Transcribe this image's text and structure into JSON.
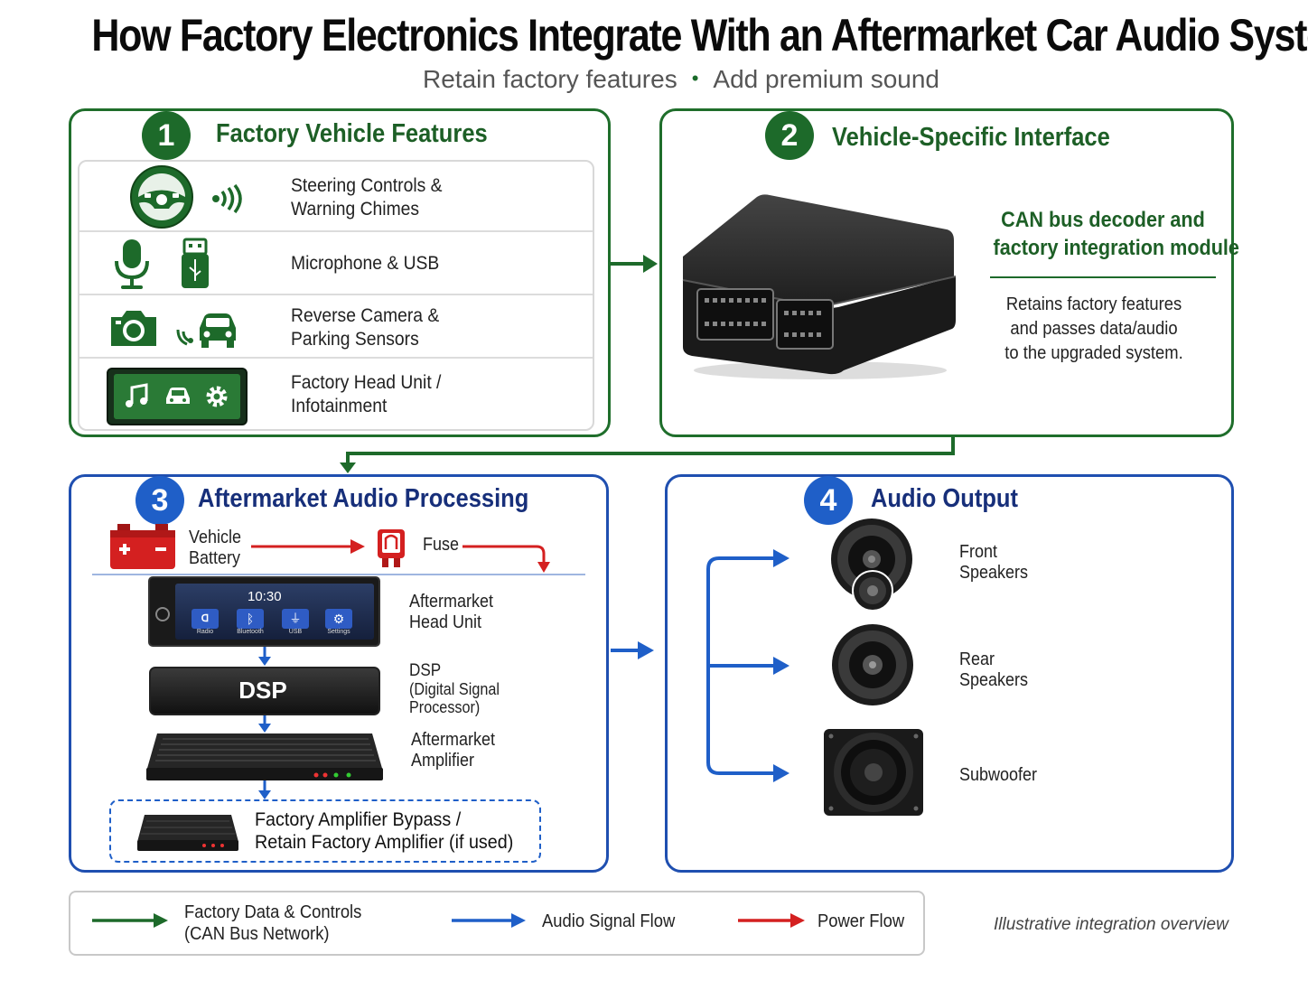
{
  "title": "How Factory Electronics Integrate With an Aftermarket Car Audio System",
  "subtitle": {
    "part1": "Retain factory features",
    "separator": "•",
    "part2": "Add premium sound"
  },
  "panels": {
    "factory": {
      "number": "1",
      "title": "Factory Vehicle Features",
      "rows": [
        {
          "line1": "Steering Controls &",
          "line2": "Warning Chimes",
          "icons": [
            "steering-wheel-icon",
            "sound-waves-icon"
          ]
        },
        {
          "line1": "Microphone & USB",
          "line2": "",
          "icons": [
            "microphone-icon",
            "usb-icon"
          ]
        },
        {
          "line1": "Reverse Camera &",
          "line2": "Parking Sensors",
          "icons": [
            "camera-icon",
            "car-sensor-icon"
          ]
        },
        {
          "line1": "Factory Head Unit /",
          "line2": "Infotainment",
          "icons": [
            "music-note-icon",
            "car-icon",
            "gear-icon"
          ]
        }
      ]
    },
    "interface": {
      "number": "2",
      "title": "Vehicle-Specific Interface",
      "heading_line1": "CAN bus decoder and",
      "heading_line2": "factory integration module",
      "desc_line1": "Retains factory features",
      "desc_line2": "and passes data/audio",
      "desc_line3": "to the upgraded system."
    },
    "processing": {
      "number": "3",
      "title": "Aftermarket Audio Processing",
      "battery_line1": "Vehicle",
      "battery_line2": "Battery",
      "fuse": "Fuse",
      "head_unit_time": "10:30",
      "head_unit_buttons": [
        "Radio",
        "Bluetooth",
        "USB",
        "Settings"
      ],
      "head_unit_line1": "Aftermarket",
      "head_unit_line2": "Head Unit",
      "dsp_badge": "DSP",
      "dsp_line1": "DSP",
      "dsp_line2": "(Digital Signal",
      "dsp_line3": "Processor)",
      "amp_line1": "Aftermarket",
      "amp_line2": "Amplifier",
      "bypass_line1": "Factory Amplifier Bypass /",
      "bypass_line2": "Retain Factory Amplifier (if used)"
    },
    "output": {
      "number": "4",
      "title": "Audio Output",
      "speakers": [
        {
          "line1": "Front",
          "line2": "Speakers"
        },
        {
          "line1": "Rear",
          "line2": "Speakers"
        },
        {
          "line1": "Subwoofer",
          "line2": ""
        }
      ]
    }
  },
  "legend": {
    "can": {
      "line1": "Factory Data & Controls",
      "line2": "(CAN Bus Network)"
    },
    "audio": "Audio Signal Flow",
    "power": "Power Flow"
  },
  "note": "Illustrative integration overview",
  "colors": {
    "factory_green": "#1d6a2a",
    "audio_blue": "#1f5fc8",
    "power_red": "#d42020"
  }
}
